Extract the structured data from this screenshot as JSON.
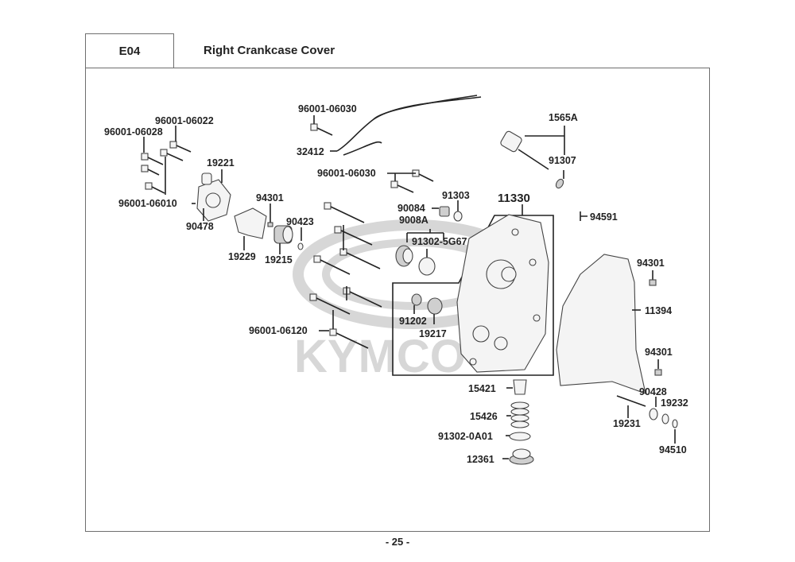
{
  "header": {
    "section_code": "E04",
    "title": "Right Crankcase Cover"
  },
  "watermark": {
    "brand": "KYMCO"
  },
  "parts": [
    {
      "id": "p1",
      "number": "96001-06022"
    },
    {
      "id": "p2",
      "number": "96001-06028"
    },
    {
      "id": "p3",
      "number": "96001-06010"
    },
    {
      "id": "p4",
      "number": "19221"
    },
    {
      "id": "p5",
      "number": "90478"
    },
    {
      "id": "p6",
      "number": "94301"
    },
    {
      "id": "p7",
      "number": "19229"
    },
    {
      "id": "p8",
      "number": "90423"
    },
    {
      "id": "p9",
      "number": "19215"
    },
    {
      "id": "p10",
      "number": "96001-06030"
    },
    {
      "id": "p11",
      "number": "32412"
    },
    {
      "id": "p12",
      "number": "96001-06030"
    },
    {
      "id": "p13",
      "number": "91303"
    },
    {
      "id": "p14",
      "number": "90084"
    },
    {
      "id": "p15",
      "number": "9008A"
    },
    {
      "id": "p16",
      "number": "91302-5G67"
    },
    {
      "id": "p17",
      "number": "11330"
    },
    {
      "id": "p18",
      "number": "91202"
    },
    {
      "id": "p19",
      "number": "19217"
    },
    {
      "id": "p20",
      "number": "96001-06120"
    },
    {
      "id": "p21",
      "number": "1565A"
    },
    {
      "id": "p22",
      "number": "91307"
    },
    {
      "id": "p23",
      "number": "94591"
    },
    {
      "id": "p24",
      "number": "94301"
    },
    {
      "id": "p25",
      "number": "11394"
    },
    {
      "id": "p26",
      "number": "94301"
    },
    {
      "id": "p27",
      "number": "90428"
    },
    {
      "id": "p28",
      "number": "19232"
    },
    {
      "id": "p29",
      "number": "19231"
    },
    {
      "id": "p30",
      "number": "94510"
    },
    {
      "id": "p31",
      "number": "15421"
    },
    {
      "id": "p32",
      "number": "15426"
    },
    {
      "id": "p33",
      "number": "91302-0A01"
    },
    {
      "id": "p34",
      "number": "12361"
    }
  ],
  "footer": {
    "page_number": "- 25 -"
  }
}
